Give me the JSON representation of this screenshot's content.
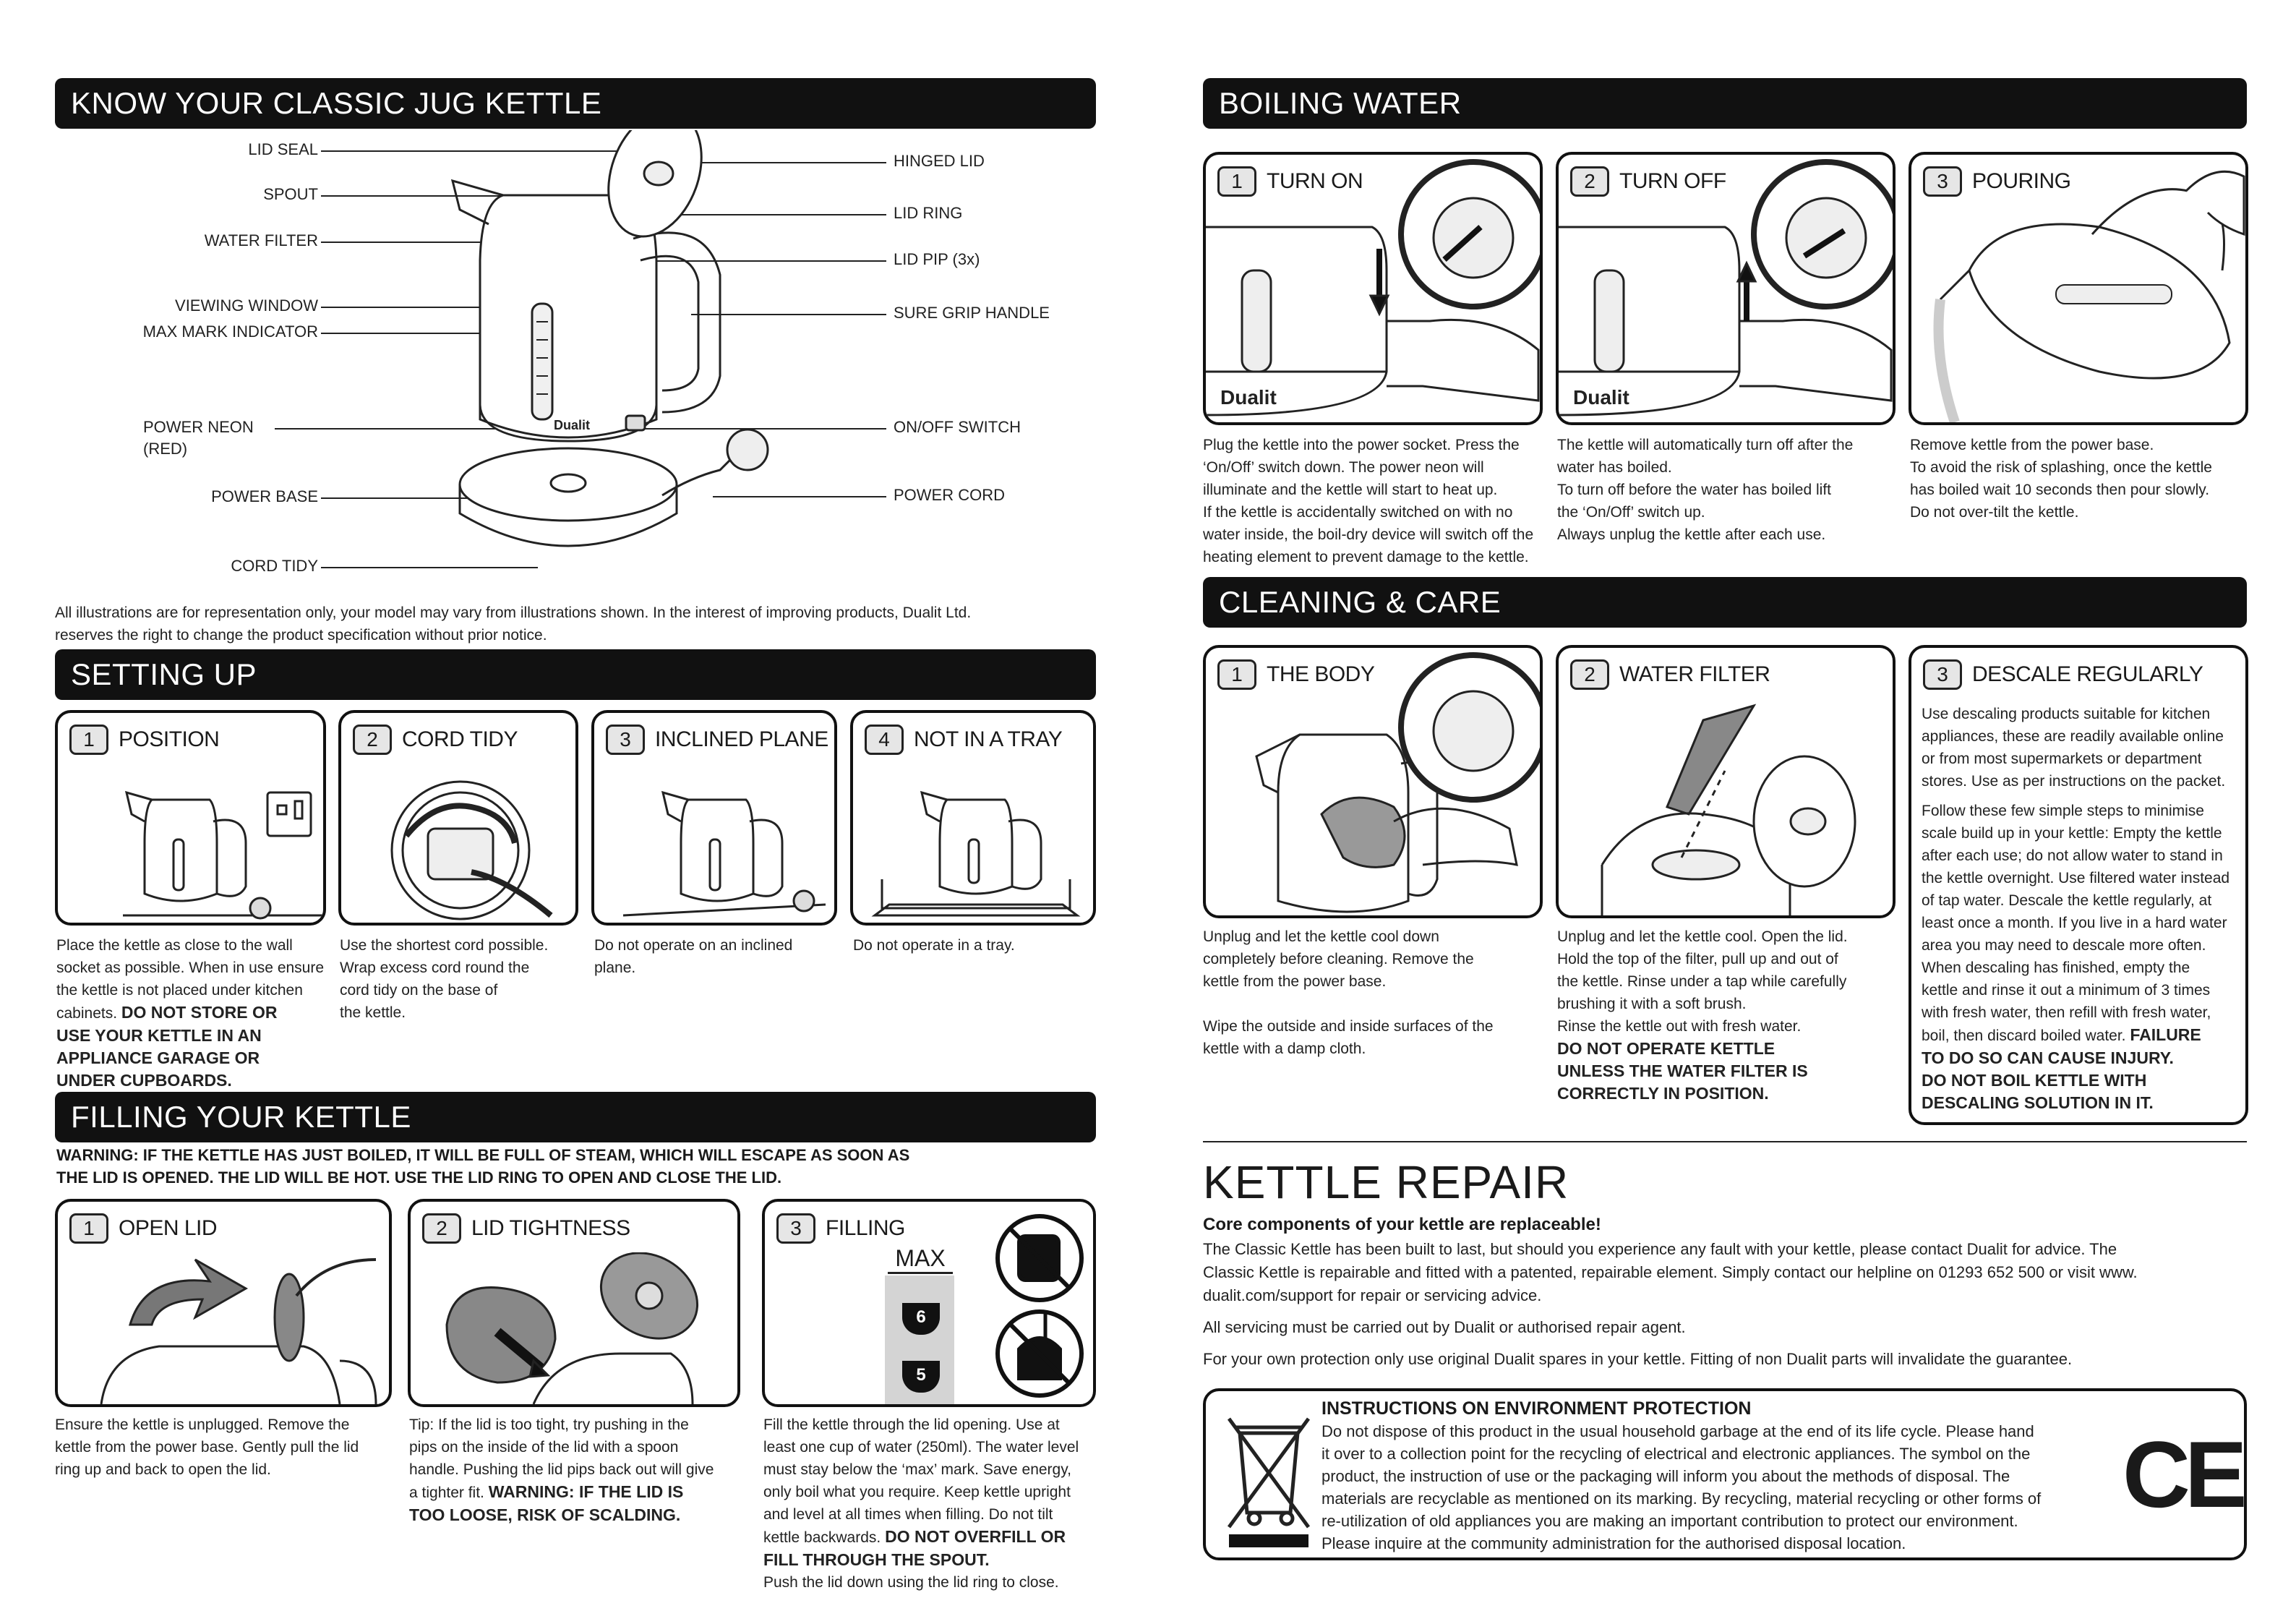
{
  "know": {
    "title": "KNOW YOUR CLASSIC JUG KETTLE",
    "labels_left": [
      "LID SEAL",
      "SPOUT",
      "WATER FILTER",
      "VIEWING WINDOW",
      "MAX MARK INDICATOR",
      "POWER NEON",
      "(RED)",
      "POWER BASE",
      "CORD TIDY"
    ],
    "labels_right": [
      "HINGED LID",
      "LID RING",
      "LID PIP (3x)",
      "SURE GRIP HANDLE",
      "ON/OFF SWITCH",
      "POWER CORD"
    ],
    "disclaimer_1": "All illustrations are for representation only, your model may vary from illustrations shown. In the interest of improving products, Dualit Ltd.",
    "disclaimer_2": "reserves the right to change the product specification without prior notice.",
    "brand": "Dualit"
  },
  "setting_up": {
    "title": "SETTING UP",
    "panels": [
      {
        "num": "1",
        "title": "POSITION",
        "text": [
          "Place the kettle as close to the wall",
          "socket as possible. When in use ensure",
          "the kettle is not placed under kitchen",
          "cabinets."
        ],
        "bold": [
          "DO NOT STORE OR",
          "USE YOUR KETTLE IN AN",
          "APPLIANCE GARAGE OR",
          "UNDER CUPBOARDS."
        ]
      },
      {
        "num": "2",
        "title": "CORD TIDY",
        "text": [
          "Use the shortest cord possible.",
          "Wrap excess cord round the",
          "cord tidy on the base of",
          "the kettle."
        ]
      },
      {
        "num": "3",
        "title": "INCLINED PLANE",
        "text": [
          "Do not operate on an inclined",
          "plane."
        ]
      },
      {
        "num": "4",
        "title": "NOT IN A TRAY",
        "text": [
          "Do not operate in a tray."
        ]
      }
    ]
  },
  "filling": {
    "title": "FILLING YOUR KETTLE",
    "warning_1": "WARNING: IF THE KETTLE HAS JUST BOILED, IT WILL BE FULL OF STEAM, WHICH WILL ESCAPE AS SOON AS",
    "warning_2": "THE LID IS OPENED. THE LID WILL BE HOT. USE THE LID RING TO OPEN AND CLOSE THE LID.",
    "panels": [
      {
        "num": "1",
        "title": "OPEN LID",
        "text": [
          "Ensure the kettle is unplugged. Remove the",
          "kettle from the power base. Gently pull the lid",
          "ring up and back to open the lid."
        ]
      },
      {
        "num": "2",
        "title": "LID TIGHTNESS",
        "text": [
          "Tip: If the lid is too tight, try pushing in the",
          "pips on the inside of the lid with a spoon",
          "handle. Pushing the lid pips back out will give",
          "a tighter fit."
        ],
        "bold": [
          "WARNING: IF THE LID IS",
          "TOO LOOSE, RISK OF SCALDING."
        ]
      },
      {
        "num": "3",
        "title": "FILLING",
        "text": [
          "Fill the kettle through the lid opening. Use at",
          "least one cup of water (250ml). The water level",
          "must stay below the ‘max’ mark. Save energy,",
          "only boil what you require. Keep kettle upright",
          "and level at all times when filling. Do not tilt",
          "kettle backwards."
        ],
        "bold": [
          "DO NOT OVERFILL OR",
          "FILL THROUGH THE SPOUT."
        ],
        "after": "Push the lid down using the lid ring to close.",
        "max": "MAX",
        "cup6": "6",
        "cup5": "5"
      }
    ]
  },
  "boiling": {
    "title": "BOILING WATER",
    "panels": [
      {
        "num": "1",
        "title": "TURN ON",
        "text": [
          "Plug the kettle into the power socket. Press the",
          "‘On/Off’ switch down. The power neon will",
          "illuminate and the kettle will start to heat up.",
          "If the kettle is accidentally switched on with no",
          "water inside, the boil-dry device will switch off the",
          "heating element to prevent damage to the kettle."
        ]
      },
      {
        "num": "2",
        "title": "TURN OFF",
        "text": [
          "The kettle will automatically turn off after the",
          "water has boiled.",
          "To turn off before the water has boiled lift",
          "the ‘On/Off’ switch up.",
          "Always unplug the kettle after each use."
        ]
      },
      {
        "num": "3",
        "title": "POURING",
        "text": [
          "Remove kettle from the power base.",
          "To avoid the risk of splashing, once the kettle",
          "has boiled wait 10 seconds then pour slowly.",
          "Do not over-tilt the kettle."
        ]
      }
    ]
  },
  "cleaning": {
    "title": "CLEANING & CARE",
    "panels": [
      {
        "num": "1",
        "title": "THE BODY",
        "text": [
          "Unplug and let the kettle cool down",
          "completely before cleaning. Remove the",
          "kettle from the power base.",
          "",
          "Wipe the outside and inside surfaces of the",
          "kettle with a damp cloth."
        ]
      },
      {
        "num": "2",
        "title": "WATER FILTER",
        "text": [
          "Unplug and let the kettle cool. Open the lid.",
          "Hold the top of the filter, pull up and out of",
          "the kettle. Rinse under a tap while carefully",
          "brushing it with a soft brush.",
          "Rinse the kettle out with fresh water."
        ],
        "bold": [
          "DO NOT OPERATE KETTLE",
          "UNLESS THE WATER FILTER IS",
          "CORRECTLY IN POSITION."
        ]
      },
      {
        "num": "3",
        "title": "DESCALE REGULARLY",
        "text1": [
          "Use descaling products suitable for kitchen",
          "appliances, these are readily available online",
          "or from most supermarkets or department",
          "stores. Use as per instructions on the packet."
        ],
        "text2": [
          "Follow these few simple steps to minimise",
          "scale build up in your kettle: Empty the kettle",
          "after each use; do not allow water to stand in",
          "the kettle overnight. Use filtered water instead",
          "of tap water. Descale the kettle regularly, at",
          "least once a month. If you live in a hard water",
          "area you may need to descale more often.",
          "When descaling has finished, empty the",
          "kettle and rinse it out a minimum of 3 times",
          "with fresh water, then refill with fresh water,",
          "boil, then discard boiled water."
        ],
        "bold_inline": "FAILURE",
        "bold": [
          "TO DO SO CAN CAUSE INJURY.",
          "DO NOT BOIL KETTLE WITH",
          "DESCALING SOLUTION IN IT."
        ]
      }
    ]
  },
  "repair": {
    "title": "KETTLE REPAIR",
    "subtitle": "Core components of your kettle are replaceable!",
    "para1": [
      "The Classic Kettle has been built to last, but should you experience any fault with your kettle, please contact Dualit for advice. The",
      "Classic Kettle is repairable and fitted with a patented, repairable element. Simply contact our helpline on 01293 652 500 or visit www.",
      "dualit.com/support for repair or servicing advice."
    ],
    "para2": "All servicing must be carried out by Dualit or authorised repair agent.",
    "para3": "For your own protection only use original Dualit spares in your kettle. Fitting of non Dualit parts will invalidate the guarantee."
  },
  "environment": {
    "title": "INSTRUCTIONS ON ENVIRONMENT PROTECTION",
    "text": [
      "Do not dispose of this product in the usual household garbage at the end of its life cycle. Please hand",
      "it over to a collection point for the recycling of electrical and electronic appliances. The symbol on the",
      "product, the instruction of use or the packaging will inform you about the methods of disposal. The",
      "materials are recyclable as mentioned on its marking. By recycling, material recycling or other forms of",
      "re-utilization of old appliances you are making an important contribution to protect our environment.",
      "Please inquire at the community administration for the authorised disposal location."
    ],
    "ce": "CE"
  }
}
